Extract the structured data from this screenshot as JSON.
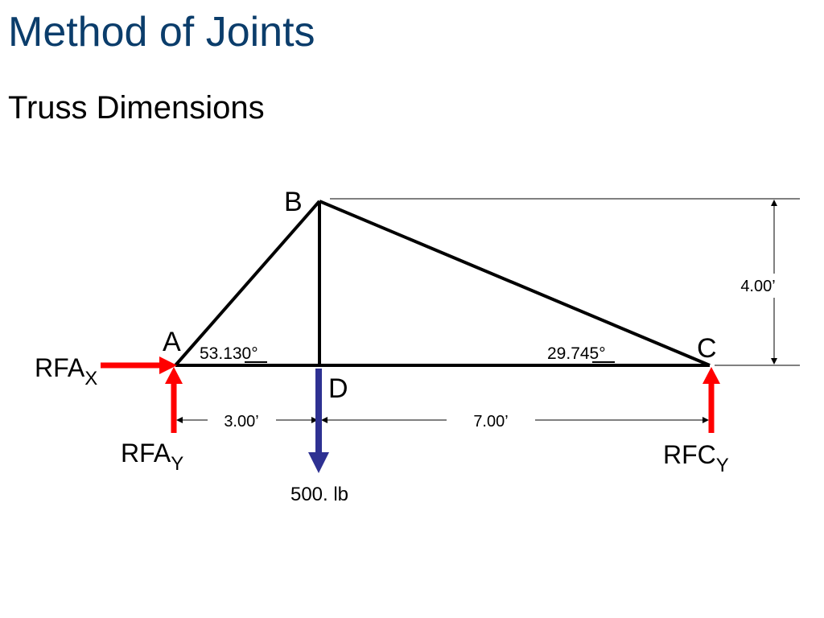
{
  "slide": {
    "title": "Method of Joints",
    "subtitle": "Truss Dimensions"
  },
  "truss": {
    "joints": {
      "a": "A",
      "b": "B",
      "c": "C",
      "d": "D"
    },
    "angles": {
      "at_a": "53.130°",
      "at_c": "29.745°"
    },
    "dimensions": {
      "height": "4.00’",
      "ad": "3.00’",
      "dc": "7.00’"
    },
    "reactions": {
      "rfa_x": {
        "base": "RFA",
        "sub": "X"
      },
      "rfa_y": {
        "base": "RFA",
        "sub": "Y"
      },
      "rfc_y": {
        "base": "RFC",
        "sub": "Y"
      }
    },
    "load": "500. lb"
  },
  "colors": {
    "title": "#0b3d6b",
    "reaction_arrow": "#ff0000",
    "load_arrow": "#2e3192",
    "member": "#000000"
  }
}
